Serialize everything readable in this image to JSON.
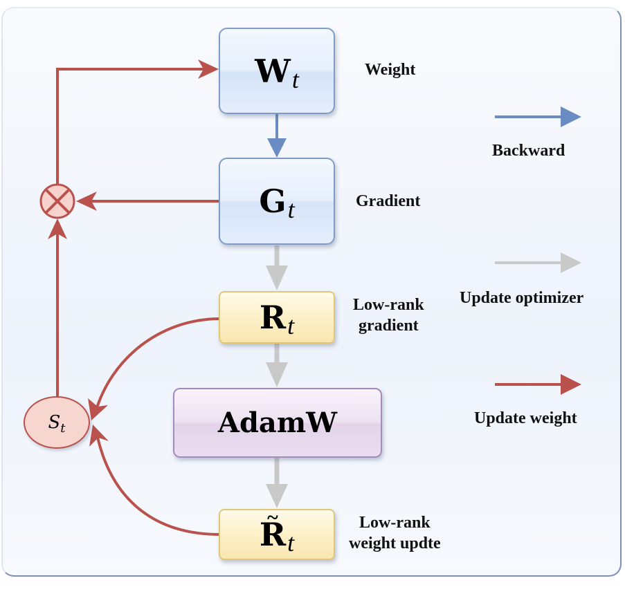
{
  "colors": {
    "backward": "#6a8cc2",
    "update_optimizer": "#c9c9c9",
    "update_weight": "#b9514c"
  },
  "nodes": {
    "weight": {
      "symbol": "W",
      "subscript": "t",
      "label": "Weight"
    },
    "gradient": {
      "symbol": "G",
      "subscript": "t",
      "label": "Gradient"
    },
    "low_rank_gradient": {
      "symbol": "R",
      "subscript": "t",
      "label_line1": "Low-rank",
      "label_line2": "gradient"
    },
    "optimizer": {
      "label": "AdamW"
    },
    "low_rank_update": {
      "symbol": "R",
      "accent": "~",
      "subscript": "t",
      "label_line1": "Low-rank",
      "label_line2": "weight updte"
    },
    "scale": {
      "symbol": "S",
      "subscript": "t"
    },
    "multiply": {
      "icon": "multiply-circle-icon"
    }
  },
  "legend": [
    {
      "label": "Backward",
      "color_key": "backward"
    },
    {
      "label": "Update optimizer",
      "color_key": "update_optimizer"
    },
    {
      "label": "Update weight",
      "color_key": "update_weight"
    }
  ]
}
